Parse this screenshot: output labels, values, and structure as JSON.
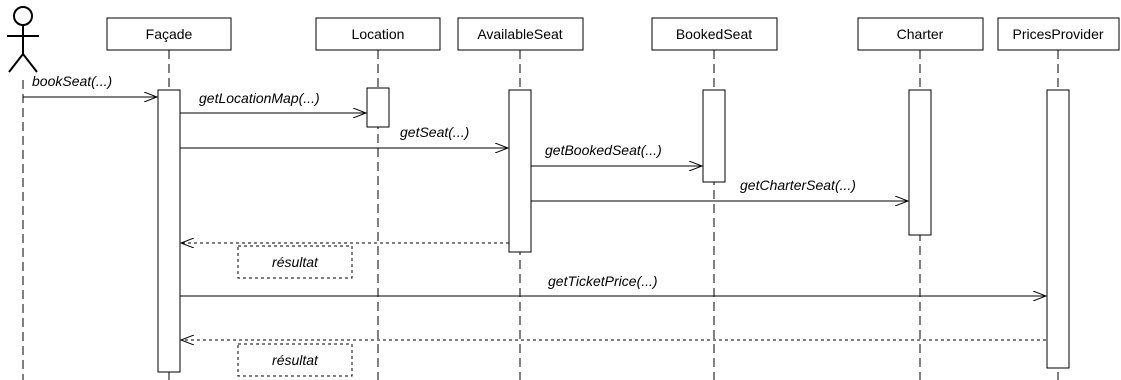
{
  "diagram": {
    "actor": {
      "icon": "stick-figure-icon"
    },
    "lifelines": [
      {
        "name": "Façade"
      },
      {
        "name": "Location"
      },
      {
        "name": "AvailableSeat"
      },
      {
        "name": "BookedSeat"
      },
      {
        "name": "Charter"
      },
      {
        "name": "PricesProvider"
      }
    ],
    "messages": [
      {
        "label": "bookSeat(...)"
      },
      {
        "label": "getLocationMap(...)"
      },
      {
        "label": "getSeat(...)"
      },
      {
        "label": "getBookedSeat(...)"
      },
      {
        "label": "getCharterSeat(...)"
      },
      {
        "label": "getTicketPrice(...)"
      }
    ],
    "returns": [
      {
        "label": "résultat"
      },
      {
        "label": "résultat"
      }
    ]
  }
}
